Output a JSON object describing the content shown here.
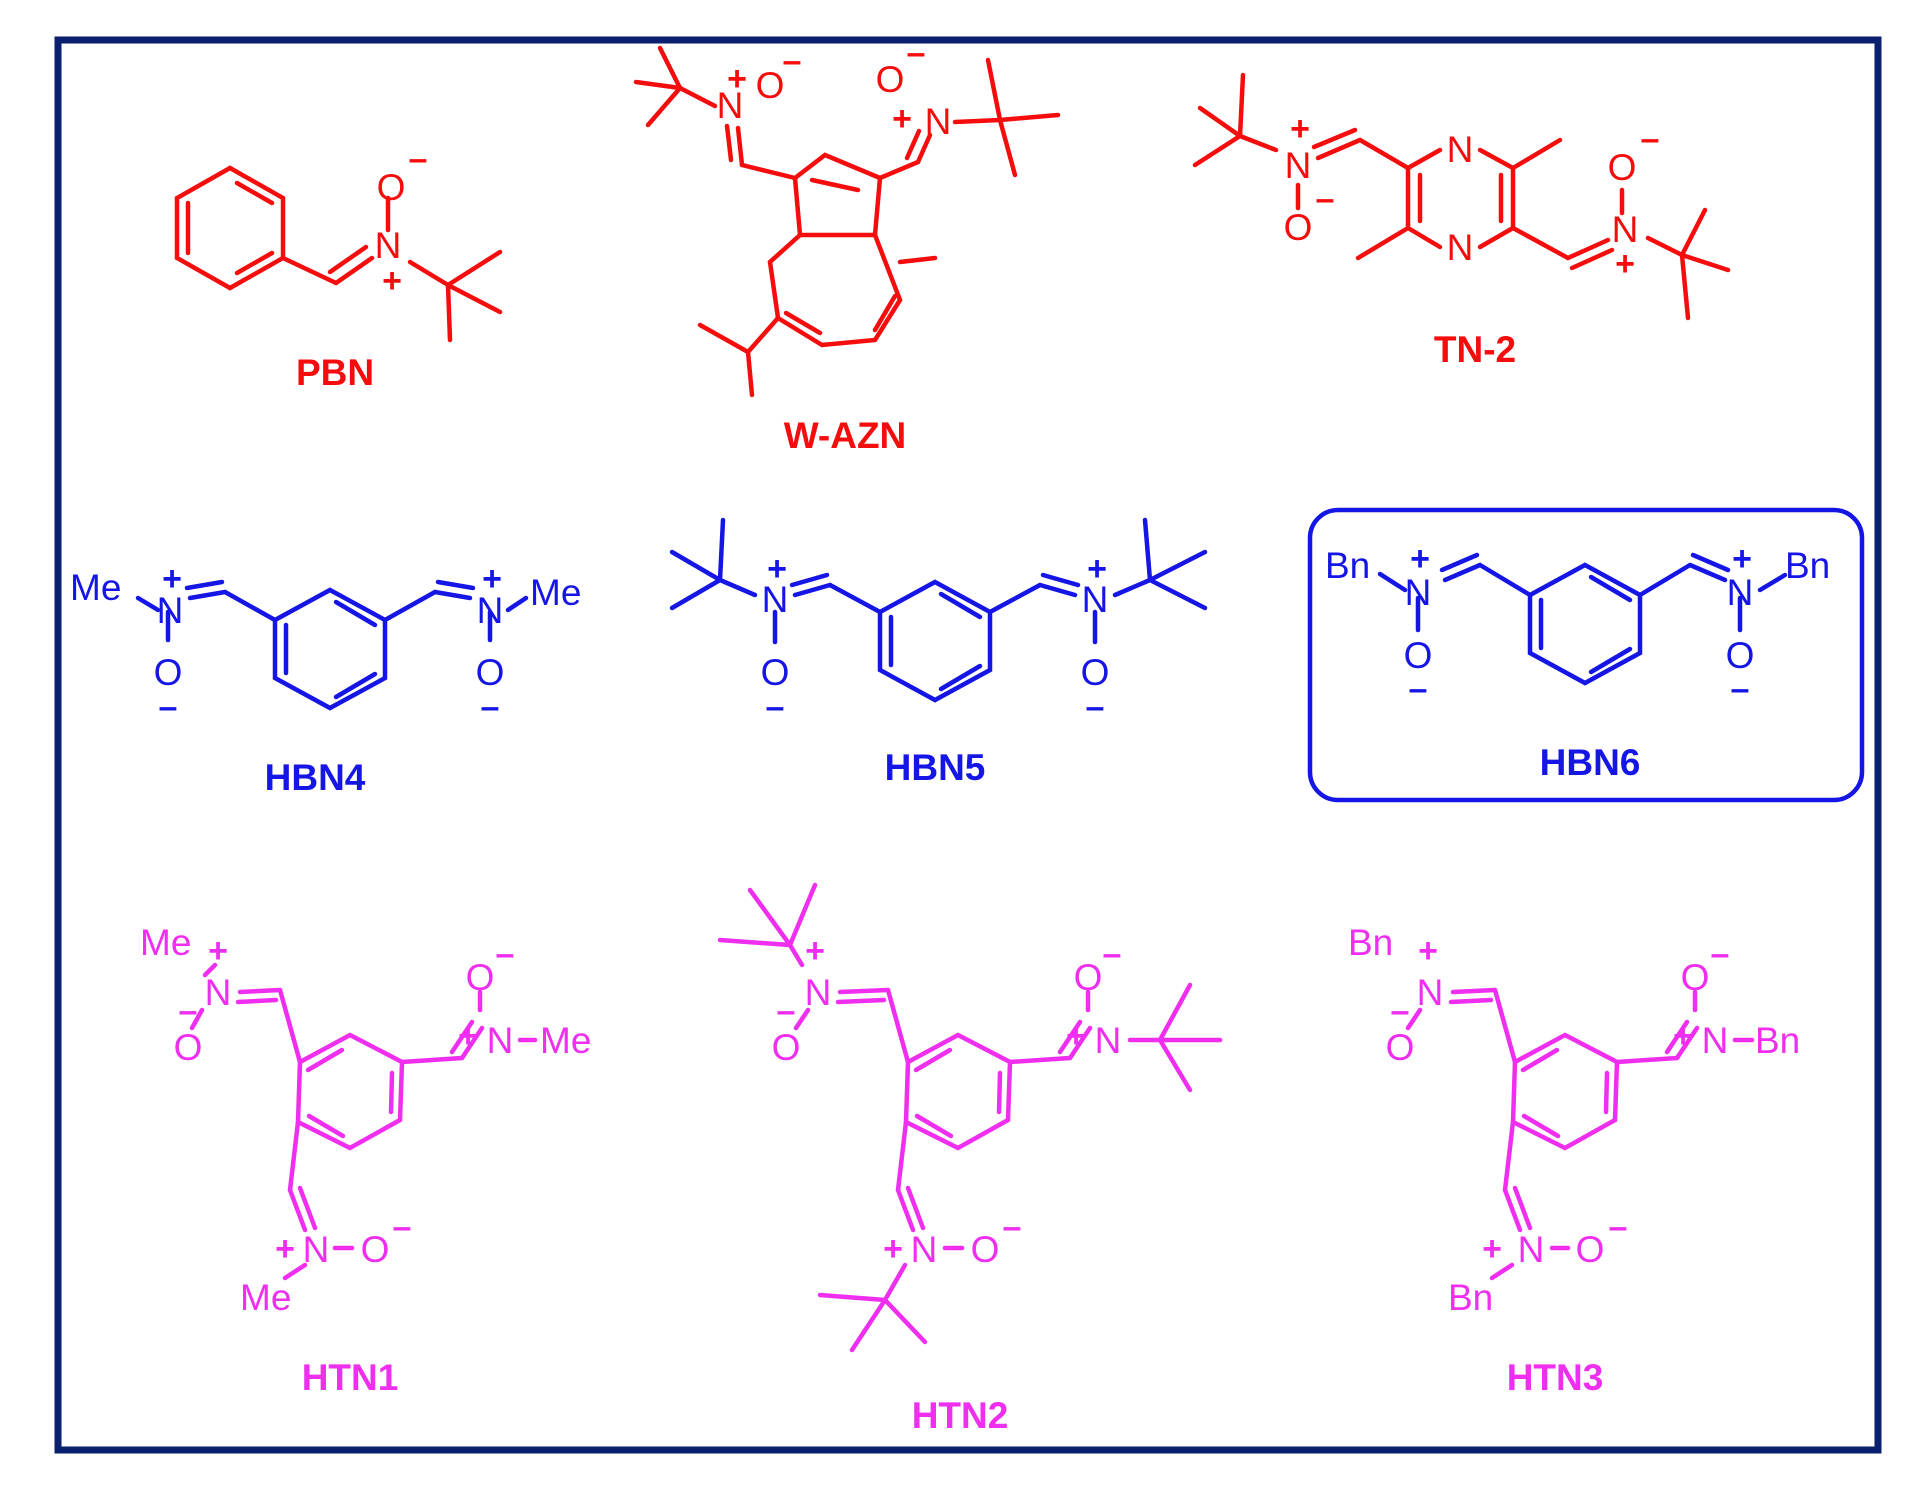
{
  "colors": {
    "frame": "#0a1f6e",
    "red": "#f50d0d",
    "blue": "#1515e6",
    "magenta": "#ef2ef0",
    "background": "#ffffff"
  },
  "compounds": [
    {
      "id": "pbn",
      "name": "PBN",
      "color": "red"
    },
    {
      "id": "wazn",
      "name": "W-AZN",
      "color": "red"
    },
    {
      "id": "tn2",
      "name": "TN-2",
      "color": "red"
    },
    {
      "id": "hbn4",
      "name": "HBN4",
      "color": "blue"
    },
    {
      "id": "hbn5",
      "name": "HBN5",
      "color": "blue"
    },
    {
      "id": "hbn6",
      "name": "HBN6",
      "color": "blue",
      "highlighted": true
    },
    {
      "id": "htn1",
      "name": "HTN1",
      "color": "magenta"
    },
    {
      "id": "htn2",
      "name": "HTN2",
      "color": "magenta"
    },
    {
      "id": "htn3",
      "name": "HTN3",
      "color": "magenta"
    }
  ],
  "atom_labels": {
    "nitrogen": "N",
    "oxygen": "O",
    "methyl": "Me",
    "benzyl": "Bn",
    "plus": "+",
    "minus": "–"
  }
}
